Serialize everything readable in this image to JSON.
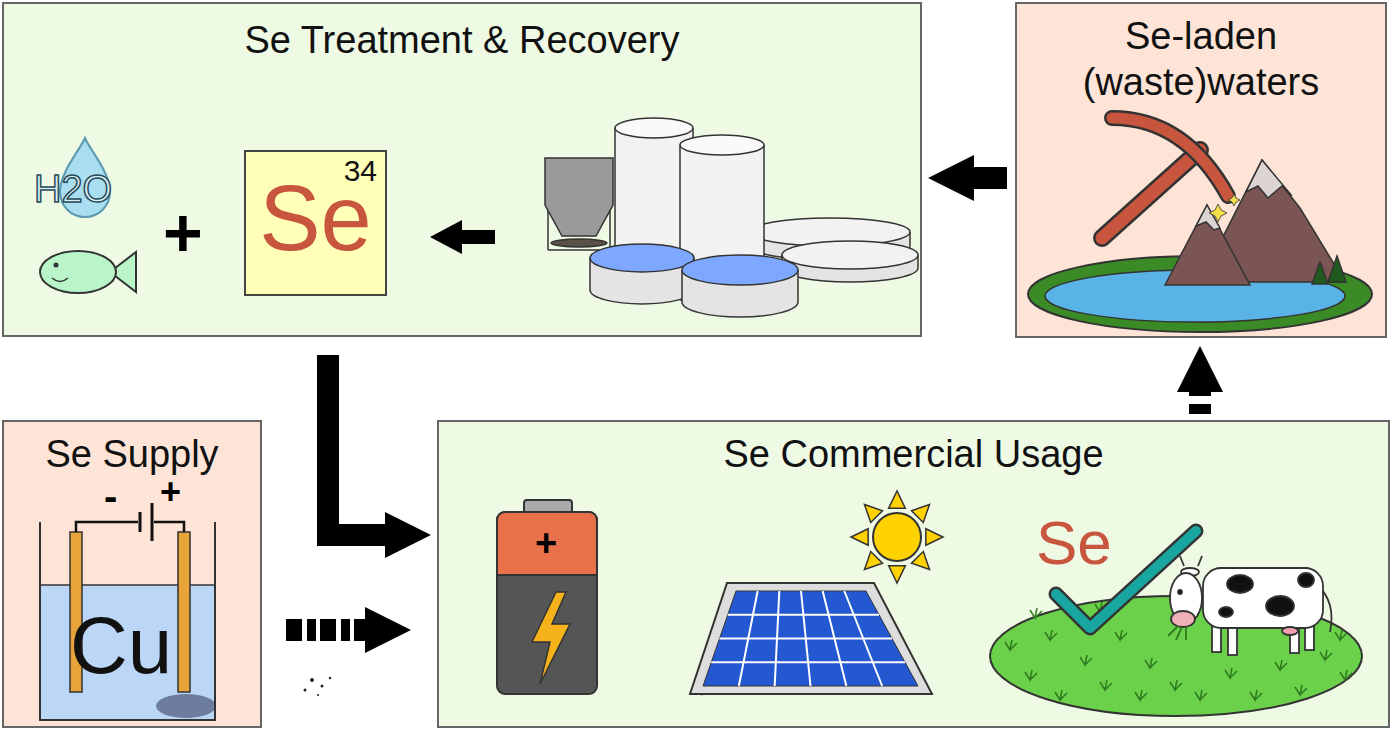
{
  "diagram": {
    "nodes": [
      {
        "text": [
          "Se Treatment & Recovery"
        ]
      },
      {
        "text": [
          "Se",
          "34"
        ],
        "in": 0
      },
      {
        "text": [
          "Se-laden (waste)waters"
        ]
      },
      {
        "text": [
          "Se Supply"
        ]
      },
      {
        "text": [
          "Se Commercial Usage"
        ]
      }
    ],
    "edges": [
      {
        "from": 2,
        "to": 0,
        "arrow": "to"
      },
      {
        "from": 0,
        "to": 4,
        "arrow": "to"
      },
      {
        "from": 3,
        "to": 4,
        "arrow": "to"
      },
      {
        "from": 4,
        "to": 2,
        "arrow": "to"
      }
    ],
    "labels": [
      "H2O",
      "+",
      "-",
      "+",
      "Cu",
      "+",
      "Se"
    ]
  }
}
